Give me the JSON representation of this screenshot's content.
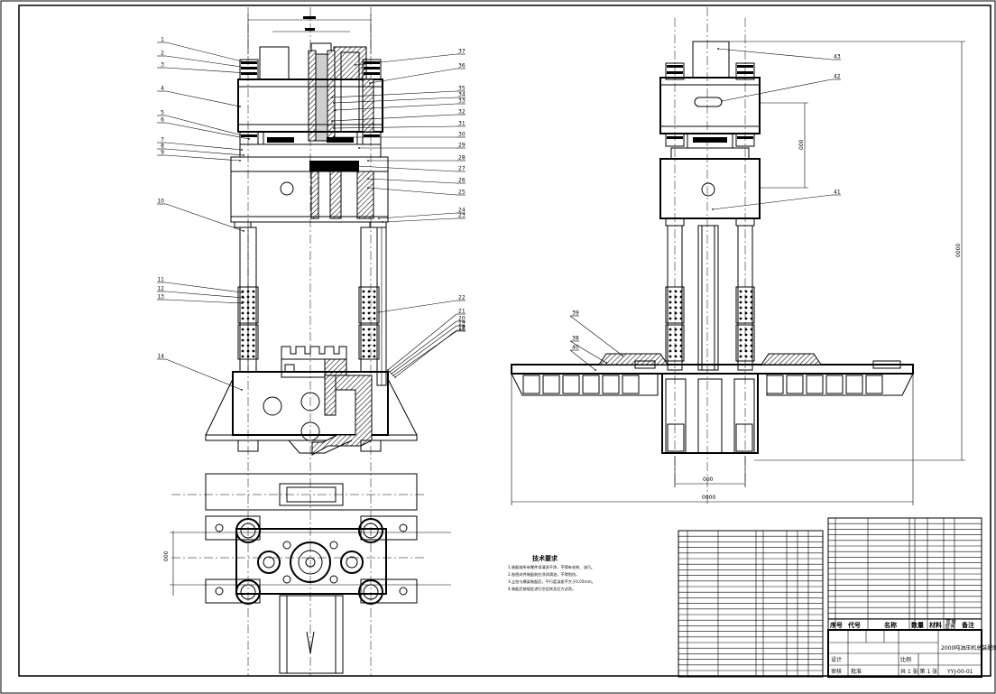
{
  "callouts_left": [
    "1",
    "2",
    "3",
    "4",
    "5",
    "6",
    "7",
    "8",
    "9",
    "10",
    "11",
    "12",
    "13",
    "14"
  ],
  "callouts_right": [
    "37",
    "36",
    "35",
    "34",
    "33",
    "32",
    "31",
    "30",
    "29",
    "28",
    "27",
    "26",
    "25",
    "24",
    "23",
    "22",
    "21",
    "20",
    "19",
    "18",
    "17"
  ],
  "callouts_side": [
    "43",
    "42",
    "41",
    "39",
    "38",
    "40"
  ],
  "technical_requirements": {
    "title": "技术要求",
    "lines": [
      "1.装配前所有零件须清洗干净，不得有毛刺、油污。",
      "2.各密封件装配前应涂润滑油，不得划伤。",
      "3.立柱与横梁装配后，平行度误差不大于0.05mm。",
      "4.装配后按规定进行空运转及压力试验。"
    ]
  },
  "parts_header": [
    "序号",
    "代号",
    "名称",
    "数量",
    "材料",
    "单件",
    "总计",
    "备注"
  ],
  "parts_header_short": [
    "重量"
  ],
  "title_block": {
    "drawing_title": "2000吨油压机总装配图",
    "drawing_number": "YYJ-00-01",
    "scale_label": "比例",
    "sheet_label": "共 1 张  第 1 张",
    "design_label": "设计",
    "check_label": "审核",
    "approve_label": "批准"
  }
}
